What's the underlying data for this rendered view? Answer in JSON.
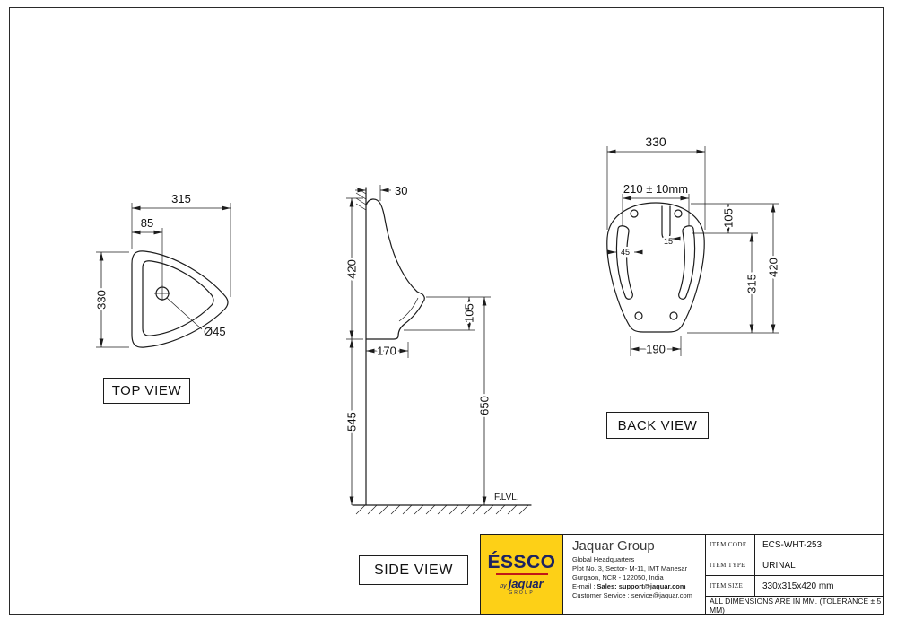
{
  "page": {
    "views": {
      "top": {
        "label": "TOP VIEW",
        "dim_width": "315",
        "dim_hole_offset": "85",
        "dim_height": "330",
        "dim_hole_dia": "Ø45"
      },
      "side": {
        "label": "SIDE VIEW",
        "dim_top_lip": "30",
        "dim_body_height": "420",
        "dim_lip_height": "105",
        "dim_depth": "170",
        "dim_below_height": "545",
        "dim_rim_to_floor": "650",
        "floor_label": "F.LVL."
      },
      "back": {
        "label": "BACK VIEW",
        "dim_width": "330",
        "dim_slot_span": "210 ± 10mm",
        "dim_top_to_slot": "105",
        "dim_slot_to_bottom": "315",
        "dim_height": "420",
        "dim_bottom_width": "190",
        "dim_slot_width": "45",
        "dim_channel_width": "15"
      }
    },
    "title_block": {
      "logo": {
        "brand": "ÉSSCO",
        "by": "by",
        "brand2": "jaquar",
        "group": "GROUP"
      },
      "company_name": "Jaquar Group",
      "address1": "Global Headquarters",
      "address2": "Plot No. 3, Sector- M-11, IMT Manesar",
      "address3": "Gurgaon, NCR - 122050, India",
      "email_prefix": "E-mail : ",
      "email_bold": "Sales: support@jaquar.com",
      "customer_service": "Customer Service : service@jaquar.com",
      "rows": [
        {
          "label": "ITEM CODE",
          "value": "ECS-WHT-253"
        },
        {
          "label": "ITEM TYPE",
          "value": "URINAL"
        },
        {
          "label": "ITEM SIZE",
          "value": "330x315x420 mm"
        }
      ],
      "note": "ALL DIMENSIONS ARE IN MM. (TOLERANCE ± 5 MM)"
    }
  }
}
